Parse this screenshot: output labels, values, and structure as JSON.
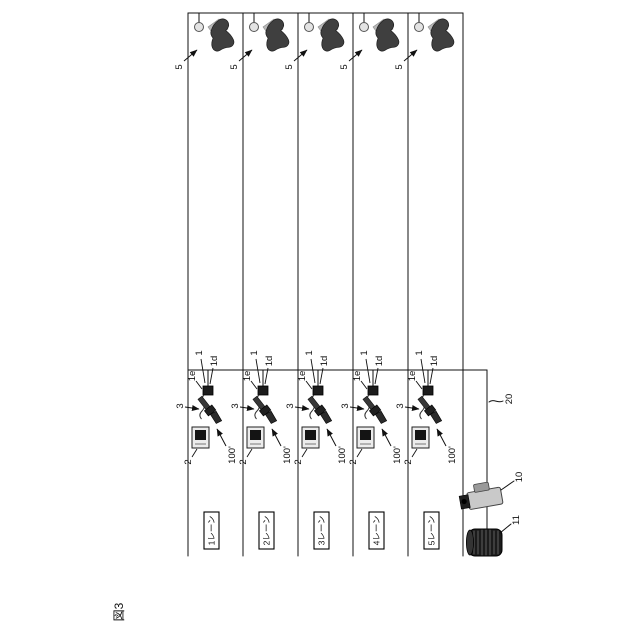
{
  "figure": {
    "caption": "図3"
  },
  "ref_labels": {
    "label_5": "5",
    "label_1": "1",
    "label_1d": "1d",
    "label_1e": "1e",
    "label_3": "3",
    "label_2": "2",
    "label_100": "100'",
    "label_20": "20",
    "label_10": "10",
    "label_11": "11"
  },
  "lanes": [
    {
      "name": "1レーン"
    },
    {
      "name": "2レーン"
    },
    {
      "name": "3レーン"
    },
    {
      "name": "4レーン"
    },
    {
      "name": "5レーン"
    }
  ],
  "colors": {
    "line": "#111111",
    "device_dark": "#2a2a2a",
    "device_light": "#c9c9c9",
    "target_dark": "#3f3f3f",
    "target_light": "#b8b8b8"
  }
}
